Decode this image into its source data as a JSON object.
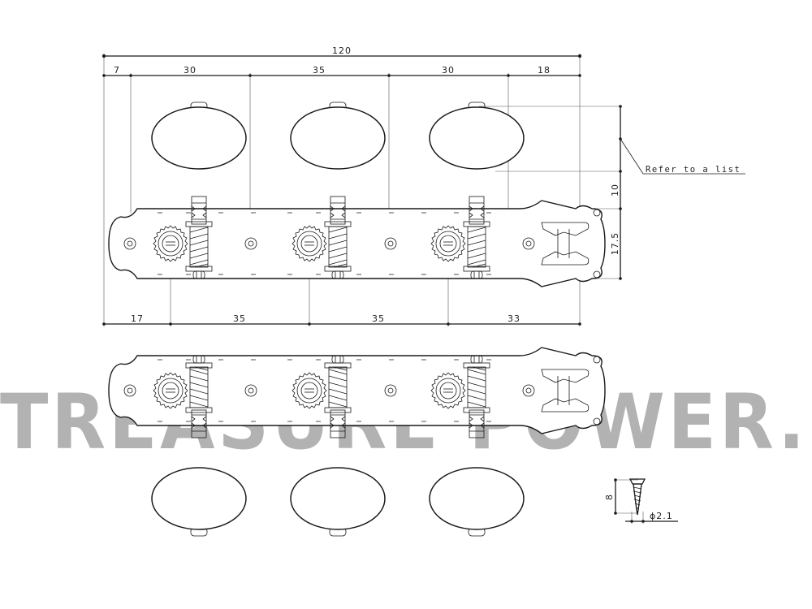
{
  "dimensions": {
    "overall": "120",
    "top_row": [
      "7",
      "30",
      "35",
      "30",
      "18"
    ],
    "bottom_row": [
      "17",
      "35",
      "35",
      "33"
    ],
    "side": [
      "10",
      "17.5"
    ]
  },
  "note": "Refer to a list",
  "screw": {
    "length": "8",
    "diameter": "ϕ2.1"
  },
  "watermark": "TREASURE POWER."
}
